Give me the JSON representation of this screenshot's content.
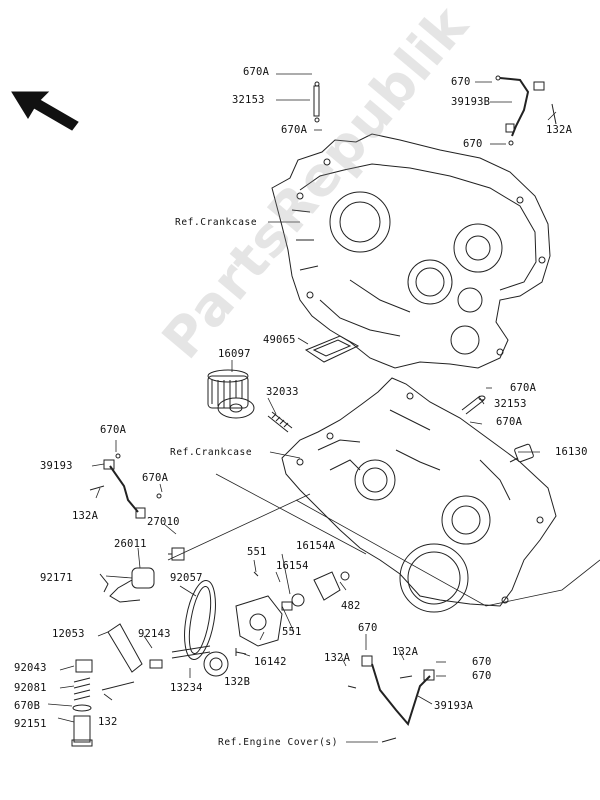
{
  "watermark": "PartsRepublik",
  "refs": {
    "crankcase_upper": "Ref.Crankcase",
    "crankcase_lower": "Ref.Crankcase",
    "engine_cover": "Ref.Engine Cover(s)"
  },
  "parts": {
    "p670a_a": "670A",
    "p32153_a": "32153",
    "p670a_b": "670A",
    "p670_a": "670",
    "p39193b": "39193B",
    "p132a_a": "132A",
    "p670_b": "670",
    "p49065": "49065",
    "p16097": "16097",
    "p32033": "32033",
    "p670a_c": "670A",
    "p32153_b": "32153",
    "p670a_d": "670A",
    "p16130": "16130",
    "p670a_e": "670A",
    "p39193": "39193",
    "p670a_f": "670A",
    "p132a_b": "132A",
    "p27010": "27010",
    "p26011": "26011",
    "p551_a": "551",
    "p16154a": "16154A",
    "p92171": "92171",
    "p92057": "92057",
    "p16154": "16154",
    "p482": "482",
    "p551_b": "551",
    "p12053": "12053",
    "p92143": "92143",
    "p670_c": "670",
    "p92043": "92043",
    "p16142": "16142",
    "p132a_c": "132A",
    "p132a_d": "132A",
    "p670_d": "670",
    "p92081": "92081",
    "p13234": "13234",
    "p132b": "132B",
    "p670_e": "670",
    "p670b": "670B",
    "p132": "132",
    "p39193a": "39193A",
    "p92151": "92151"
  }
}
